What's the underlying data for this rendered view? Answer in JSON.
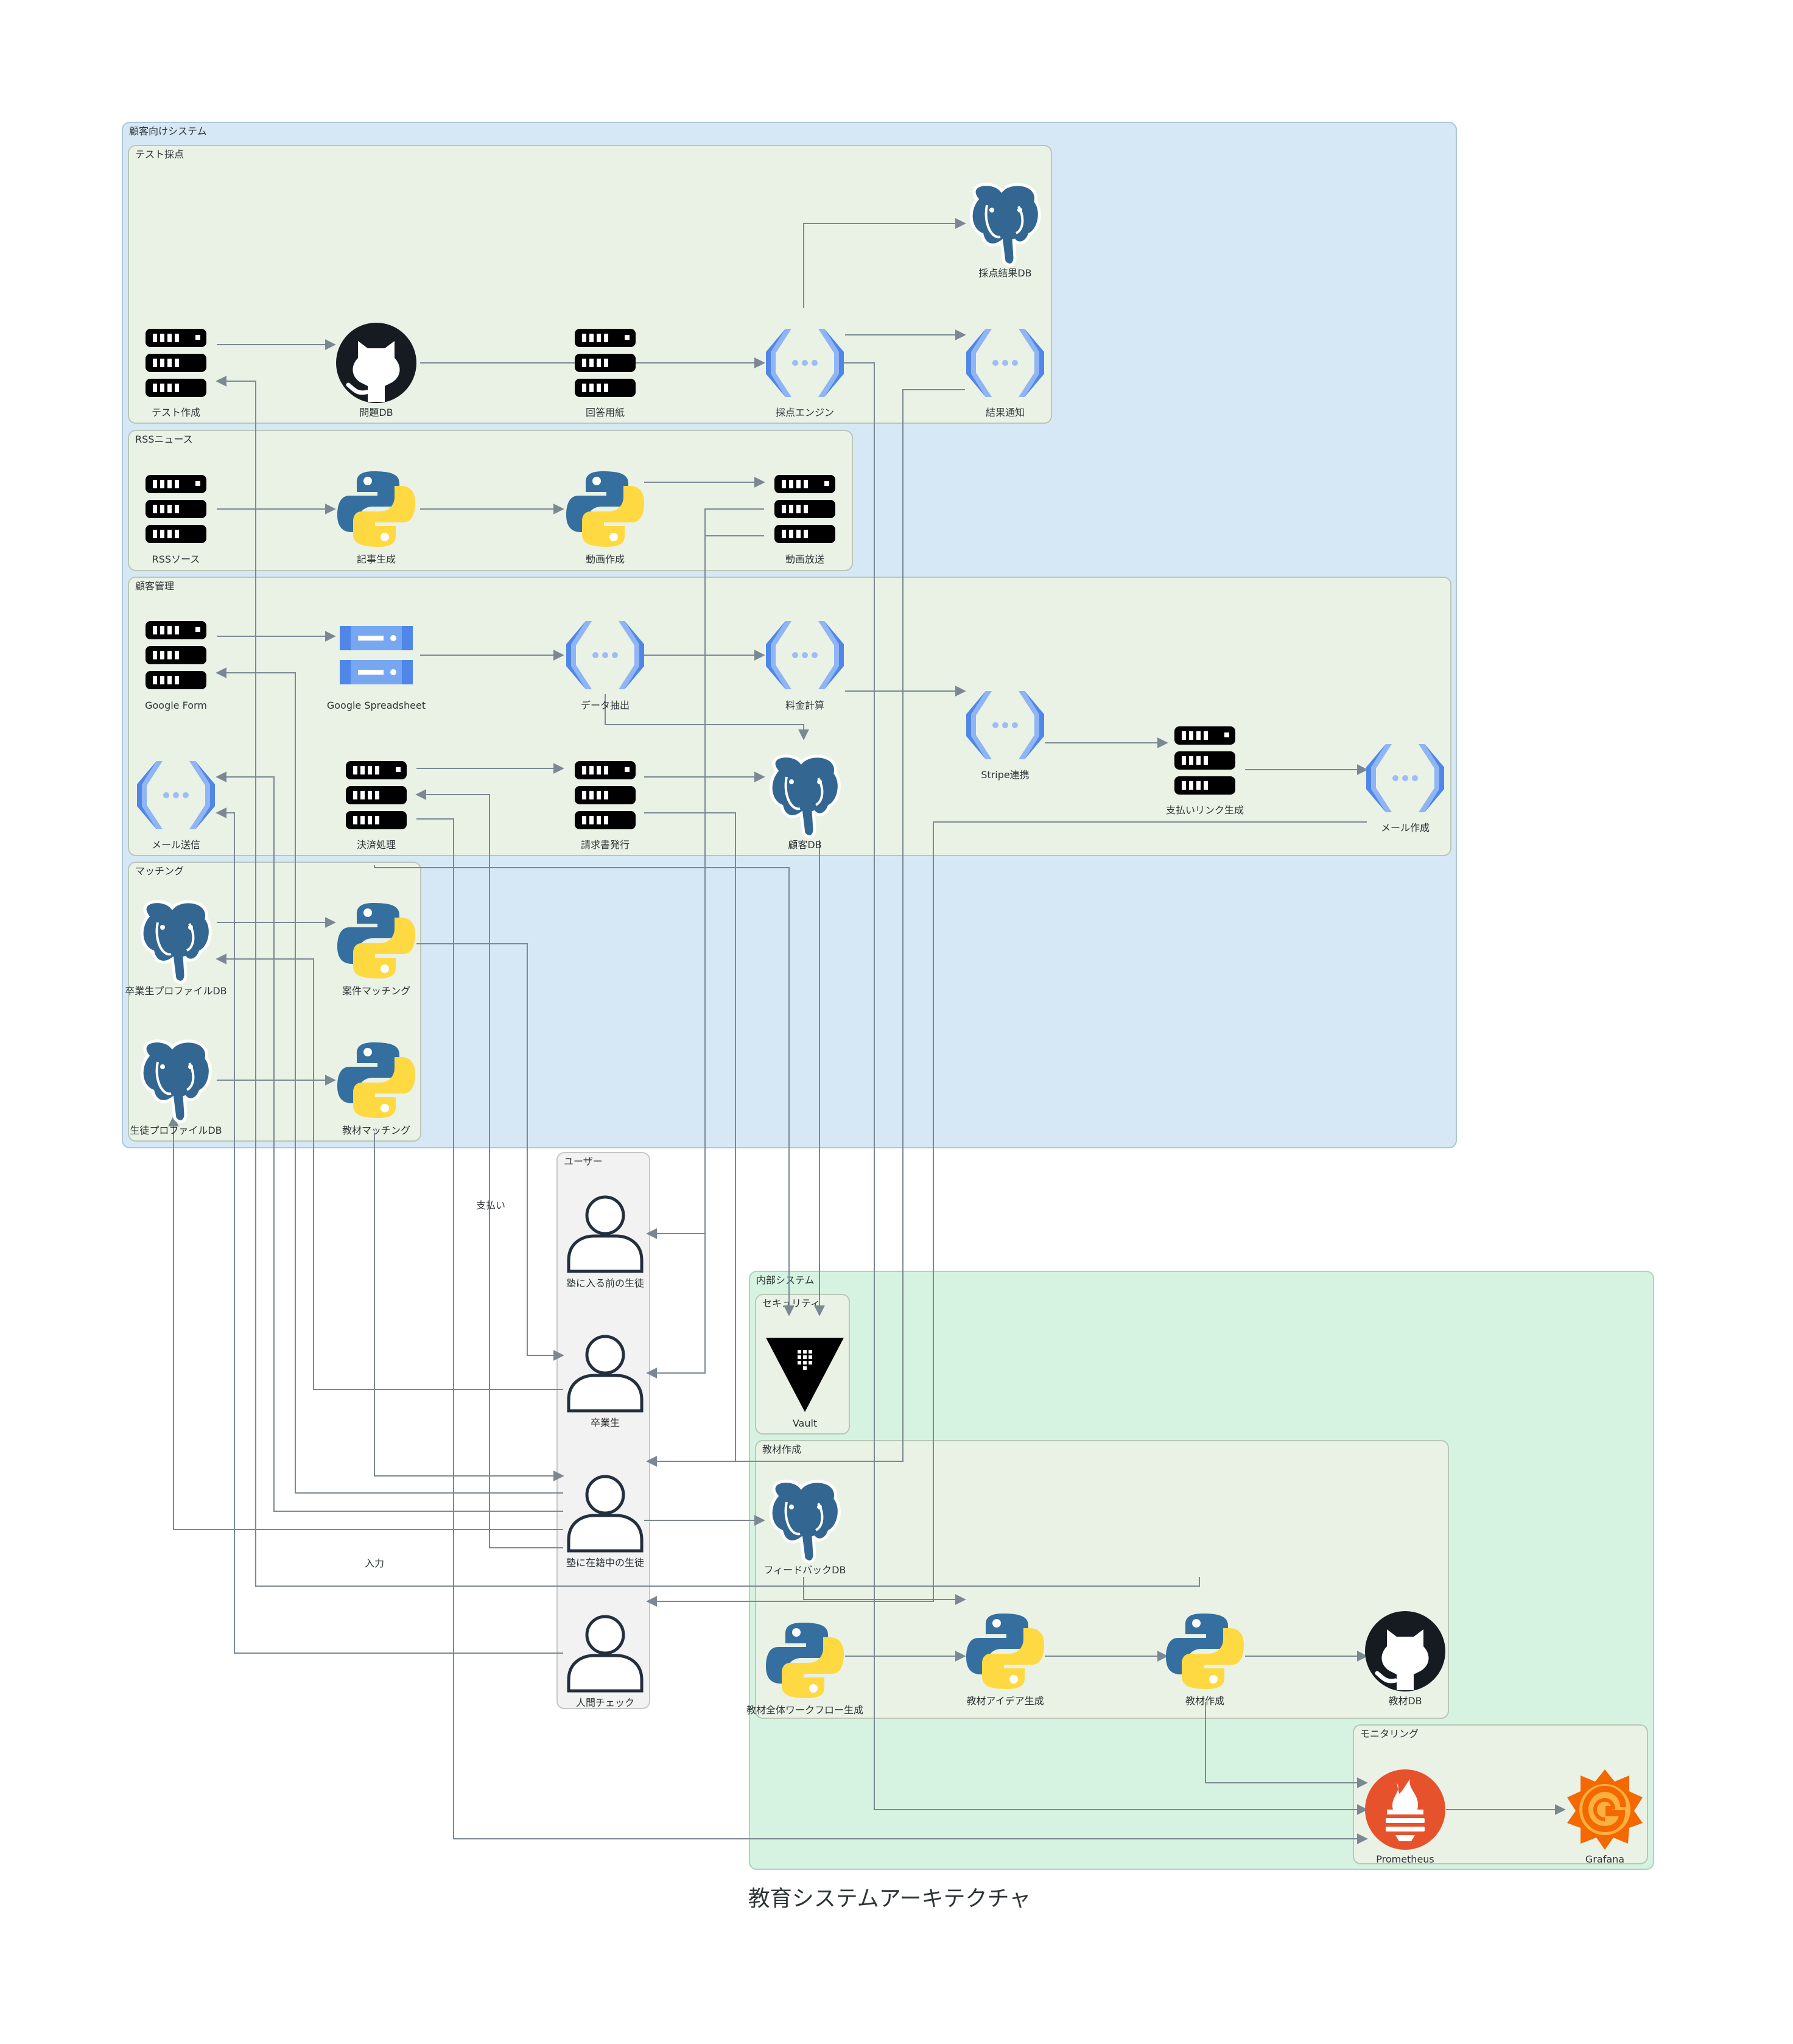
{
  "title": "教育システムアーキテクチャ",
  "clusters": {
    "customer_system": "顧客向けシステム",
    "test_grading": "テスト採点",
    "rss_news": "RSSニュース",
    "customer_mgmt": "顧客管理",
    "matching": "マッチング",
    "users": "ユーザー",
    "internal_system": "内部システム",
    "security": "セキュリティ",
    "material_creation": "教材作成",
    "monitoring": "モニタリング"
  },
  "nodes": {
    "test_create": {
      "label": "テスト作成",
      "icon": "server-icon"
    },
    "question_db": {
      "label": "問題DB",
      "icon": "github-icon"
    },
    "answer_sheet": {
      "label": "回答用紙",
      "icon": "server-icon"
    },
    "grading_engine": {
      "label": "採点エンジン",
      "icon": "cloud-function-icon"
    },
    "grading_result_db": {
      "label": "採点結果DB",
      "icon": "postgresql-icon"
    },
    "result_notify": {
      "label": "結果通知",
      "icon": "cloud-function-icon"
    },
    "rss_source": {
      "label": "RSSソース",
      "icon": "server-icon"
    },
    "article_gen": {
      "label": "記事生成",
      "icon": "python-icon"
    },
    "video_create": {
      "label": "動画作成",
      "icon": "python-icon"
    },
    "video_broadcast": {
      "label": "動画放送",
      "icon": "server-icon"
    },
    "google_form": {
      "label": "Google Form",
      "icon": "server-icon"
    },
    "google_sheet": {
      "label": "Google Spreadsheet",
      "icon": "spreadsheet-icon"
    },
    "data_extract": {
      "label": "データ抽出",
      "icon": "cloud-function-icon"
    },
    "fee_calc": {
      "label": "料金計算",
      "icon": "cloud-function-icon"
    },
    "stripe": {
      "label": "Stripe連携",
      "icon": "cloud-function-icon"
    },
    "pay_link": {
      "label": "支払いリンク生成",
      "icon": "server-icon"
    },
    "mail_create": {
      "label": "メール作成",
      "icon": "cloud-function-icon"
    },
    "mail_send": {
      "label": "メール送信",
      "icon": "cloud-function-icon"
    },
    "payment": {
      "label": "決済処理",
      "icon": "server-icon"
    },
    "invoice": {
      "label": "請求書発行",
      "icon": "server-icon"
    },
    "customer_db": {
      "label": "顧客DB",
      "icon": "postgresql-icon"
    },
    "grad_profile_db": {
      "label": "卒業生プロファイルDB",
      "icon": "postgresql-icon"
    },
    "job_matching": {
      "label": "案件マッチング",
      "icon": "python-icon"
    },
    "student_profile_db": {
      "label": "生徒プロファイルDB",
      "icon": "postgresql-icon"
    },
    "material_matching": {
      "label": "教材マッチング",
      "icon": "python-icon"
    },
    "prospective": {
      "label": "塾に入る前の生徒",
      "icon": "user-icon"
    },
    "graduate": {
      "label": "卒業生",
      "icon": "user-icon"
    },
    "enrolled": {
      "label": "塾に在籍中の生徒",
      "icon": "user-icon"
    },
    "human_check": {
      "label": "人間チェック",
      "icon": "user-icon"
    },
    "vault": {
      "label": "Vault",
      "icon": "vault-icon"
    },
    "feedback_db": {
      "label": "フィードバックDB",
      "icon": "postgresql-icon"
    },
    "workflow_gen": {
      "label": "教材全体ワークフロー生成",
      "icon": "python-icon"
    },
    "idea_gen": {
      "label": "教材アイデア生成",
      "icon": "python-icon"
    },
    "material_make": {
      "label": "教材作成",
      "icon": "python-icon"
    },
    "material_db": {
      "label": "教材DB",
      "icon": "github-icon"
    },
    "prometheus": {
      "label": "Prometheus",
      "icon": "prometheus-icon"
    },
    "grafana": {
      "label": "Grafana",
      "icon": "grafana-icon"
    }
  },
  "edge_labels": {
    "payment": "支払い",
    "input": "入力"
  },
  "colors": {
    "outer_cluster": "#d6e8f5",
    "inner_cluster": "#eaf2e6",
    "user_cluster": "#f2f2f2",
    "internal_cluster": "#d5f3e0",
    "edge": "#7b8894",
    "python_blue": "#346f9f",
    "python_yellow": "#fed942",
    "postgres": "#336791",
    "function_blue": "#76a7f0"
  }
}
